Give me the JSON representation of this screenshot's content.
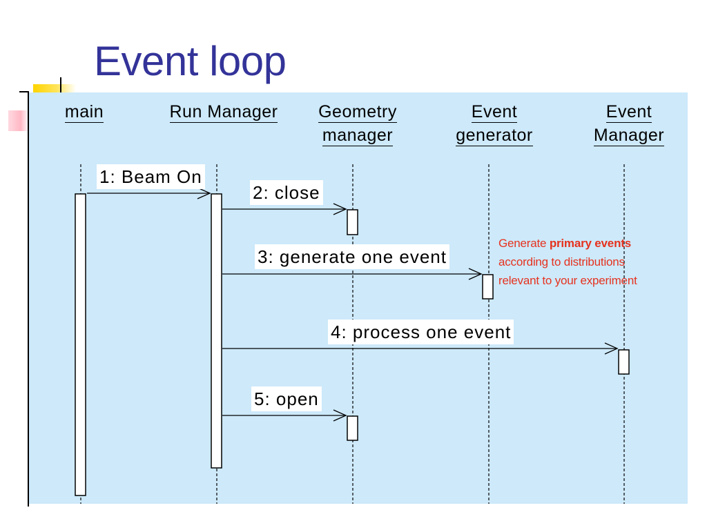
{
  "slide": {
    "title": "Event loop"
  },
  "objects": [
    {
      "id": "main",
      "lines": [
        "main"
      ]
    },
    {
      "id": "run-manager",
      "lines": [
        "Run Manager"
      ]
    },
    {
      "id": "geometry-manager",
      "lines": [
        "Geometry ",
        "manager"
      ]
    },
    {
      "id": "event-generator",
      "lines": [
        "Event ",
        "generator"
      ]
    },
    {
      "id": "event-manager",
      "lines": [
        "Event ",
        "Manager"
      ]
    }
  ],
  "messages": [
    {
      "id": "beam-on",
      "label": "1: Beam On"
    },
    {
      "id": "close",
      "label": "2: close"
    },
    {
      "id": "generate-one-event",
      "label": "3: generate one event"
    },
    {
      "id": "process-one-event",
      "label": "4: process one event"
    },
    {
      "id": "open",
      "label": "5: open"
    }
  ],
  "note": {
    "prefix": "Generate ",
    "bold": "primary events",
    "line2": "according to distributions",
    "line3": "relevant to your experiment",
    "color": "#e6321e"
  },
  "colors": {
    "title": "#333399",
    "panel": "#cde9fa",
    "accent_yellow": "#ffd400"
  }
}
